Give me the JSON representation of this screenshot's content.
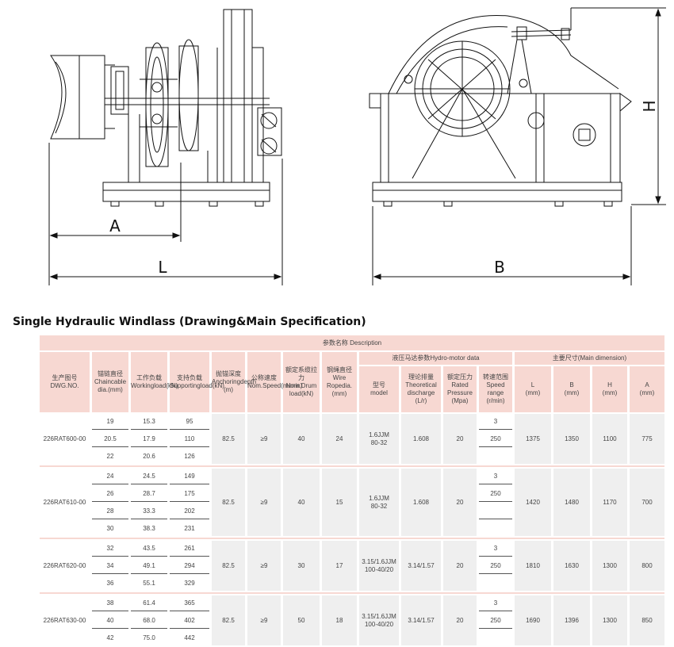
{
  "drawing": {
    "dim_labels": {
      "A": "A",
      "L": "L",
      "B": "B",
      "H": "H"
    }
  },
  "title": "Single Hydraulic Windlass (Drawing&Main Specification)",
  "table": {
    "header_top": "参数名称 Description",
    "group_motor": "液压马达参数Hydro-motor data",
    "group_dims": "主要尺寸(Main dimension)",
    "cols": {
      "dwg": [
        "生产图号",
        "DWG.NO."
      ],
      "chain": [
        "锚链",
        "直径",
        "Chain",
        "cable dia.",
        "(mm)"
      ],
      "work": [
        "工作",
        "负载",
        "Working",
        "load",
        "(kN)"
      ],
      "supp": [
        "支持",
        "负载",
        "Supporting",
        "load",
        "(kN)"
      ],
      "anch": [
        "抛锚",
        "深度",
        "Anchoring",
        "depth (m)"
      ],
      "speed": [
        "公称",
        "速度",
        "Nom.",
        "Speed",
        "(m/min)"
      ],
      "drum": [
        "额定系",
        "缆拉力",
        "Nom.",
        "Drum load",
        "(kN)"
      ],
      "rope": [
        "钢绳",
        "直径",
        "Wire Rope",
        "dia.",
        "(mm)"
      ],
      "model": [
        "型号",
        "model"
      ],
      "disch": [
        "理论排量",
        "Theoretical",
        "discharge",
        "(L/r)"
      ],
      "press": [
        "额定压力",
        "Rated",
        "Pressure",
        "(Mpa)"
      ],
      "range": [
        "转速范围",
        "Speed",
        "range",
        "(r/min)"
      ],
      "L": [
        "L",
        "(mm)"
      ],
      "B": [
        "B",
        "(mm)"
      ],
      "H": [
        "H",
        "(mm)"
      ],
      "A": [
        "A",
        "(mm)"
      ]
    },
    "groups": [
      {
        "dwg": "226RAT600-00",
        "anch": "82.5",
        "speed": "≥9",
        "drum": "40",
        "rope": "24",
        "model": "1.6JJM\n80-32",
        "disch": "1.608",
        "press": "20",
        "range": [
          "3",
          "250"
        ],
        "L": "1375",
        "B": "1350",
        "H": "1100",
        "A": "775",
        "rows": [
          {
            "chain": "19",
            "work": "15.3",
            "supp": "95"
          },
          {
            "chain": "20.5",
            "work": "17.9",
            "supp": "110"
          },
          {
            "chain": "22",
            "work": "20.6",
            "supp": "126"
          }
        ]
      },
      {
        "dwg": "226RAT610-00",
        "anch": "82.5",
        "speed": "≥9",
        "drum": "40",
        "rope": "15",
        "model": "1.6JJM\n80-32",
        "disch": "1.608",
        "press": "20",
        "range": [
          "3",
          "250"
        ],
        "L": "1420",
        "B": "1480",
        "H": "1170",
        "A": "700",
        "rows": [
          {
            "chain": "24",
            "work": "24.5",
            "supp": "149"
          },
          {
            "chain": "26",
            "work": "28.7",
            "supp": "175"
          },
          {
            "chain": "28",
            "work": "33.3",
            "supp": "202"
          },
          {
            "chain": "30",
            "work": "38.3",
            "supp": "231"
          }
        ]
      },
      {
        "dwg": "226RAT620-00",
        "anch": "82.5",
        "speed": "≥9",
        "drum": "30",
        "rope": "17",
        "model": "3.15/1.6JJM\n100-40/20",
        "disch": "3.14/1.57",
        "press": "20",
        "range": [
          "3",
          "250"
        ],
        "L": "1810",
        "B": "1630",
        "H": "1300",
        "A": "800",
        "rows": [
          {
            "chain": "32",
            "work": "43.5",
            "supp": "261"
          },
          {
            "chain": "34",
            "work": "49.1",
            "supp": "294"
          },
          {
            "chain": "36",
            "work": "55.1",
            "supp": "329"
          }
        ]
      },
      {
        "dwg": "226RAT630-00",
        "anch": "82.5",
        "speed": "≥9",
        "drum": "50",
        "rope": "18",
        "model": "3.15/1.6JJM\n100-40/20",
        "disch": "3.14/1.57",
        "press": "20",
        "range": [
          "3",
          "250"
        ],
        "L": "1690",
        "B": "1396",
        "H": "1300",
        "A": "850",
        "rows": [
          {
            "chain": "38",
            "work": "61.4",
            "supp": "365"
          },
          {
            "chain": "40",
            "work": "68.0",
            "supp": "402"
          },
          {
            "chain": "42",
            "work": "75.0",
            "supp": "442"
          }
        ]
      }
    ]
  }
}
